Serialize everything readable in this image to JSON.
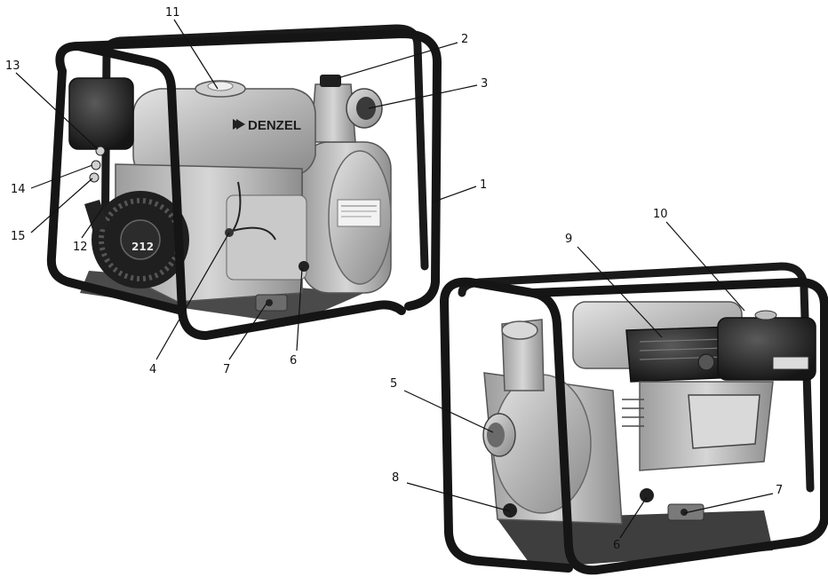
{
  "figure": {
    "pump_front": {
      "brand": "DENZEL",
      "displacement_label": "212",
      "callouts": [
        "11",
        "2",
        "3",
        "13",
        "14",
        "15",
        "12",
        "1",
        "4",
        "7",
        "6"
      ]
    },
    "pump_rear": {
      "callouts": [
        "10",
        "9",
        "5",
        "8",
        "7",
        "6"
      ]
    }
  },
  "colors": {
    "frame": "#1a1a1a",
    "body_metal": "#b9b9b9",
    "engine_black": "#2a2a2a",
    "leader_line": "#111111"
  }
}
